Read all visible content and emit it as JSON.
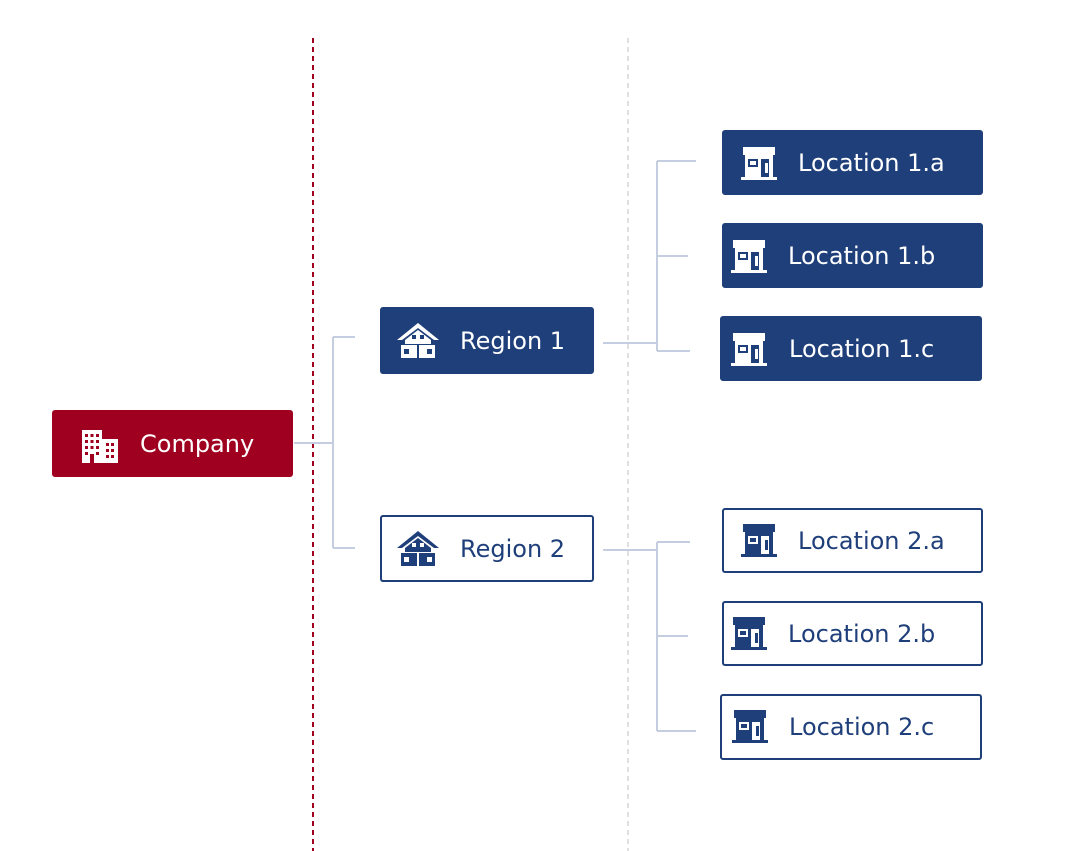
{
  "colors": {
    "company": "#a00020",
    "navy": "#1f3f7a",
    "connector": "#c5cde0",
    "divider_red": "#a00020",
    "divider_gray": "#cccccc"
  },
  "company": {
    "label": "Company",
    "icon": "office-building-icon"
  },
  "regions": [
    {
      "label": "Region 1",
      "icon": "house-icon",
      "style": "filled"
    },
    {
      "label": "Region 2",
      "icon": "house-icon",
      "style": "outline"
    }
  ],
  "locations": [
    {
      "label": "Location 1.a",
      "icon": "storefront-icon",
      "style": "filled"
    },
    {
      "label": "Location 1.b",
      "icon": "storefront-icon",
      "style": "filled"
    },
    {
      "label": "Location 1.c",
      "icon": "storefront-icon",
      "style": "filled"
    },
    {
      "label": "Location 2.a",
      "icon": "storefront-icon",
      "style": "outline"
    },
    {
      "label": "Location 2.b",
      "icon": "storefront-icon",
      "style": "outline"
    },
    {
      "label": "Location 2.c",
      "icon": "storefront-icon",
      "style": "outline"
    }
  ]
}
